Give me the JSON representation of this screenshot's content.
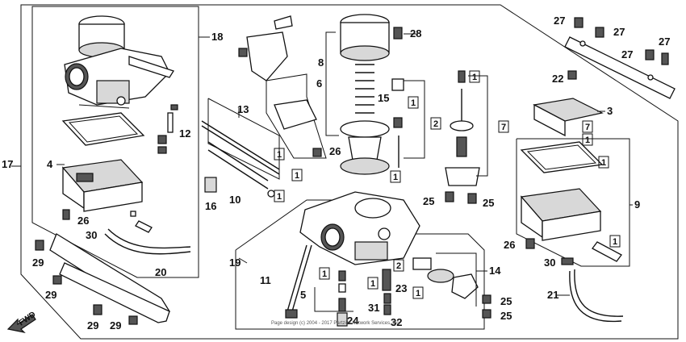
{
  "callouts": {
    "c1": "1",
    "c2": "2",
    "c3": "3",
    "c4": "4",
    "c5": "5",
    "c6": "6",
    "c7": "7",
    "c8": "8",
    "c9": "9",
    "c10": "10",
    "c11": "11",
    "c12": "12",
    "c13": "13",
    "c14": "14",
    "c15": "15",
    "c16": "16",
    "c17": "17",
    "c18": "18",
    "c19": "19",
    "c20": "20",
    "c21": "21",
    "c22": "22",
    "c23": "23",
    "c24": "24",
    "c25": "25",
    "c26": "26",
    "c27": "27",
    "c28": "28",
    "c29": "29",
    "c30": "30",
    "c31": "31",
    "c32": "32"
  },
  "fwd_label": "FWD",
  "copyright": "Page design (c) 2004 - 2017 Partzilla Network Services, Inc"
}
